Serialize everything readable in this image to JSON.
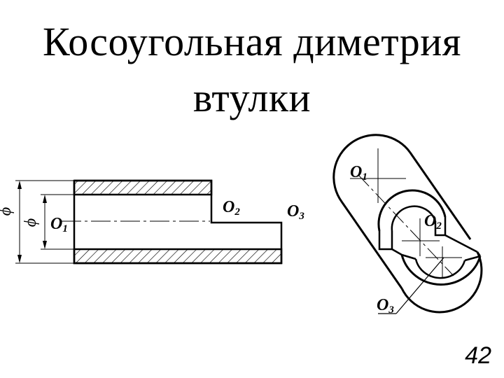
{
  "title": {
    "line1": "Косоугольная диметрия",
    "line2": "втулки"
  },
  "labels": {
    "diameter_symbol": "ϕ",
    "o1": "O",
    "o1_sub": "1",
    "o2": "O",
    "o2_sub": "2",
    "o3": "O",
    "o3_sub": "3"
  },
  "page_number": "42",
  "colors": {
    "ink": "#000000",
    "background": "#ffffff"
  }
}
